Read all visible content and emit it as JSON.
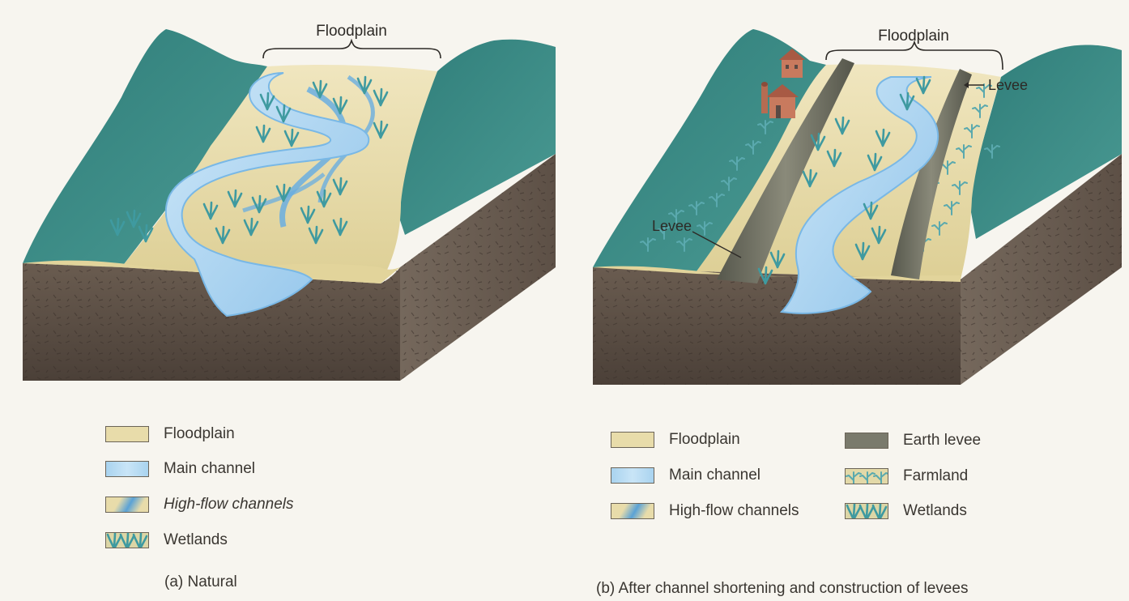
{
  "panel_a": {
    "top_label": "Floodplain",
    "caption": "(a) Natural",
    "legend": [
      {
        "label": "Floodplain",
        "swatch": "floodplain",
        "italic": false
      },
      {
        "label": "Main channel",
        "swatch": "main-channel",
        "italic": false
      },
      {
        "label": "High-flow channels",
        "swatch": "high-flow",
        "italic": true
      },
      {
        "label": "Wetlands",
        "swatch": "wetlands",
        "italic": false
      }
    ]
  },
  "panel_b": {
    "top_label": "Floodplain",
    "levee_label_left": "Levee",
    "levee_label_right": "Levee",
    "caption": "(b) After channel shortening and construction of levees",
    "legend_left": [
      {
        "label": "Floodplain",
        "swatch": "floodplain"
      },
      {
        "label": "Main channel",
        "swatch": "main-channel"
      },
      {
        "label": "High-flow channels",
        "swatch": "high-flow"
      }
    ],
    "legend_right": [
      {
        "label": "Earth levee",
        "swatch": "earth-levee"
      },
      {
        "label": "Farmland",
        "swatch": "farmland"
      },
      {
        "label": "Wetlands",
        "swatch": "wetlands"
      }
    ]
  },
  "colors": {
    "floodplain": "#e8dcaa",
    "main_channel": "#a9d3ef",
    "high_flow": "#5aa2d6",
    "hills": "#3e8c86",
    "soil": "#5c4f44",
    "levee": "#6f6f62",
    "vegetation": "#3f9aa0",
    "background": "#f7f5ef"
  }
}
